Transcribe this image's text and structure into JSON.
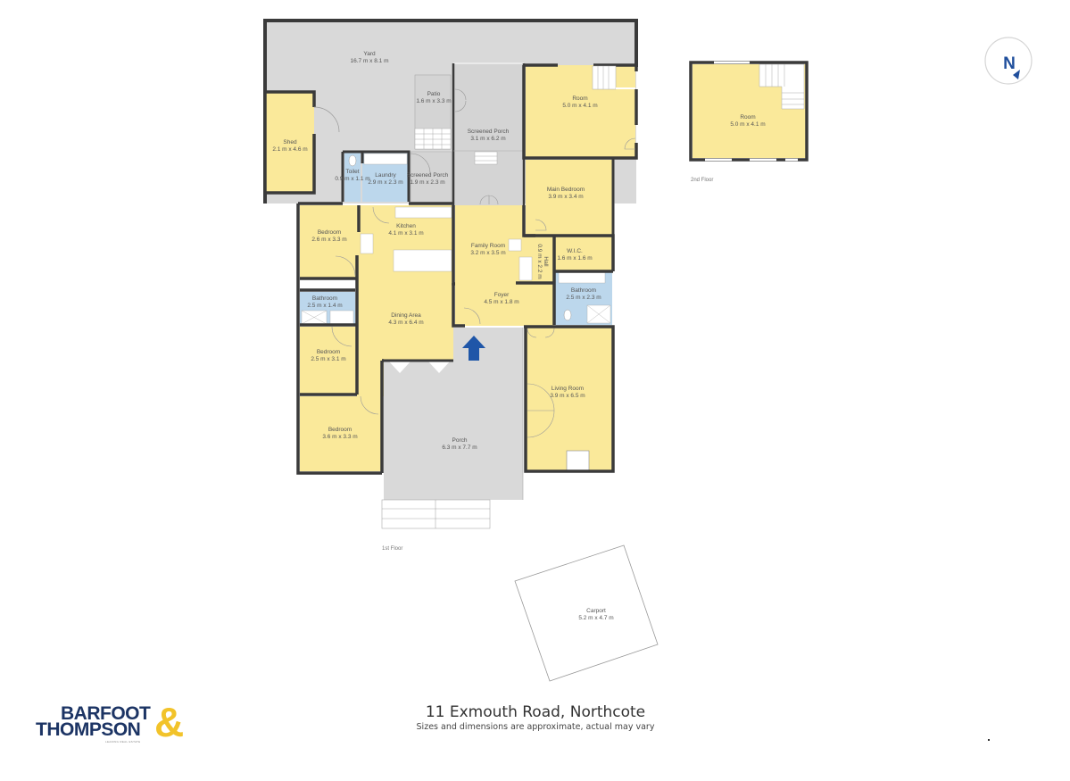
{
  "property": {
    "address": "11 Exmouth Road, Northcote",
    "disclaimer": "Sizes and dimensions are approximate, actual may vary"
  },
  "brand": {
    "line1": "BARFOOT",
    "line2": "THOMPSON",
    "ampersand": "&",
    "tagline": "LEADING REAL ESTATE",
    "colors": {
      "navy": "#1c3464",
      "gold": "#f2c32a"
    }
  },
  "compass": {
    "label": "N",
    "color": "#1f4e9c"
  },
  "entrance_arrow": {
    "color": "#1f56a8"
  },
  "colors": {
    "living": "#fae99a",
    "wet": "#bcd7ec",
    "outdoor": "#d9d9d9",
    "wall": "#3a3a3a"
  },
  "floors": {
    "first": {
      "label": "1st Floor",
      "rooms": [
        {
          "name": "Yard",
          "dims": "16.7 m x 8.1 m"
        },
        {
          "name": "Shed",
          "dims": "2.1 m x 4.6 m"
        },
        {
          "name": "Patio",
          "dims": "1.6 m x 3.3 m"
        },
        {
          "name": "Screened Porch",
          "dims": "3.1 m x 6.2 m"
        },
        {
          "name": "Room",
          "dims": "5.0 m x 4.1 m"
        },
        {
          "name": "Toilet",
          "dims": "0.9 m x 1.1 m"
        },
        {
          "name": "Laundry",
          "dims": "2.9 m x 2.3 m"
        },
        {
          "name": "Screened Porch",
          "dims": "1.9 m x 2.3 m"
        },
        {
          "name": "Main Bedroom",
          "dims": "3.9 m x 3.4 m"
        },
        {
          "name": "Bedroom",
          "dims": "2.6 m x 3.3 m"
        },
        {
          "name": "Kitchen",
          "dims": "4.1 m x 3.1 m"
        },
        {
          "name": "Family Room",
          "dims": "3.2 m x 3.5 m"
        },
        {
          "name": "Hall",
          "dims": "0.9 m x 2.2 m"
        },
        {
          "name": "W.I.C.",
          "dims": "1.6 m x 1.6 m"
        },
        {
          "name": "Bathroom",
          "dims": "2.5 m x 1.4 m"
        },
        {
          "name": "Foyer",
          "dims": "4.5 m x 1.8 m"
        },
        {
          "name": "Bathroom",
          "dims": "2.5 m x 2.3 m"
        },
        {
          "name": "Dining Area",
          "dims": "4.3 m x 6.4 m"
        },
        {
          "name": "Bedroom",
          "dims": "2.5 m x 3.1 m"
        },
        {
          "name": "Living Room",
          "dims": "3.9 m x 6.5 m"
        },
        {
          "name": "Bedroom",
          "dims": "3.6 m x 3.3 m"
        },
        {
          "name": "Porch",
          "dims": "6.3 m x 7.7 m"
        },
        {
          "name": "Carport",
          "dims": "5.2 m x 4.7 m"
        }
      ]
    },
    "second": {
      "label": "2nd Floor",
      "rooms": [
        {
          "name": "Room",
          "dims": "5.0 m x 4.1 m"
        }
      ]
    }
  }
}
